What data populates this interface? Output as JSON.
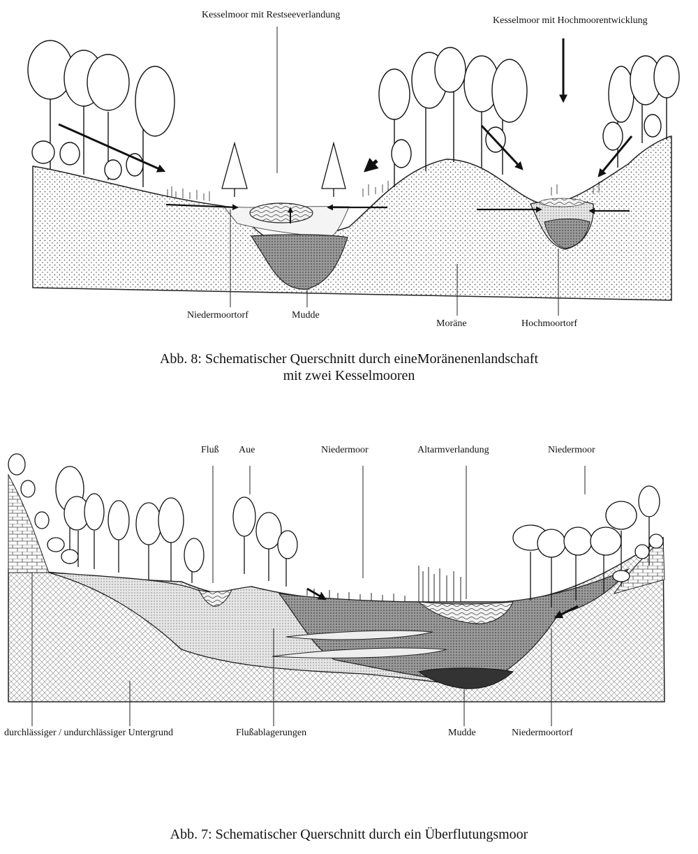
{
  "fig8": {
    "label_kessel_rest": "Kesselmoor mit Restseeverlandung",
    "label_kessel_hoch": "Kesselmoor mit Hochmoorentwicklung",
    "label_niedermoortorf": "Niedermoortorf",
    "label_mudde": "Mudde",
    "label_moraene": "Moräne",
    "label_hochmoortorf": "Hochmoortorf",
    "caption_line1": "Abb. 8: Schematischer Querschnitt durch eineMoränenenlandschaft",
    "caption_line2": "mit zwei Kesselmooren"
  },
  "fig7": {
    "label_fluss": "Fluß",
    "label_aue": "Aue",
    "label_niedermoor_1": "Niedermoor",
    "label_altarm": "Altarmverlandung",
    "label_niedermoor_2": "Niedermoor",
    "label_untergrund": "durchlässiger / undurchlässiger Untergrund",
    "label_flussablagerungen": "Flußablagerungen",
    "label_mudde": "Mudde",
    "label_niedermoortorf": "Niedermoortorf",
    "caption": "Abb. 7: Schematischer Querschnitt durch ein Überflutungsmoor"
  }
}
